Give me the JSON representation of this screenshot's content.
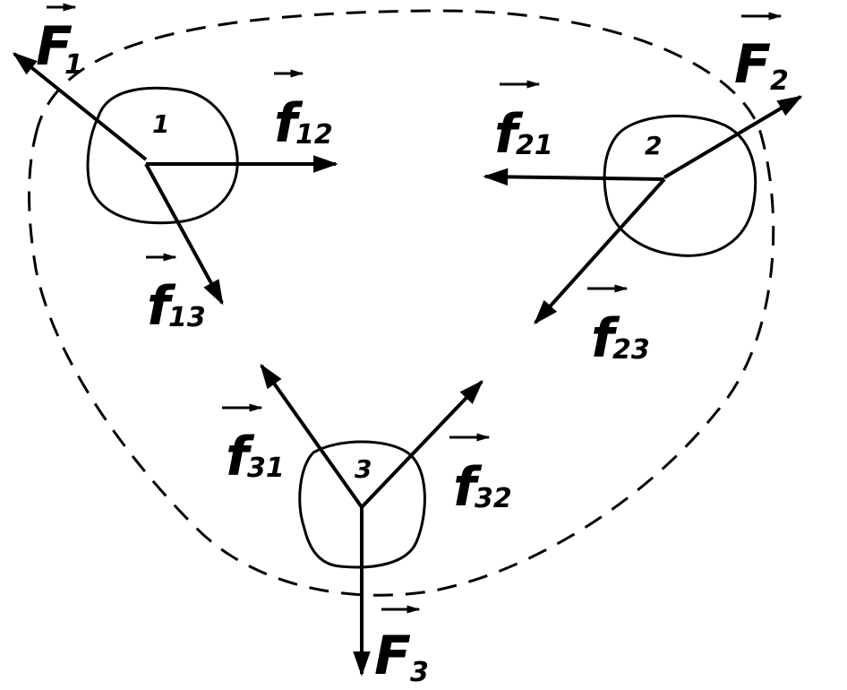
{
  "bodies": [
    {
      "id": "body-1",
      "label": "1"
    },
    {
      "id": "body-2",
      "label": "2"
    },
    {
      "id": "body-3",
      "label": "3"
    }
  ],
  "forces": {
    "F1": {
      "symbol": "F",
      "subscript": "1"
    },
    "F2": {
      "symbol": "F",
      "subscript": "2"
    },
    "F3": {
      "symbol": "F",
      "subscript": "3"
    },
    "f12": {
      "symbol": "f",
      "subscript": "12"
    },
    "f13": {
      "symbol": "f",
      "subscript": "13"
    },
    "f21": {
      "symbol": "f",
      "subscript": "21"
    },
    "f23": {
      "symbol": "f",
      "subscript": "23"
    },
    "f31": {
      "symbol": "f",
      "subscript": "31"
    },
    "f32": {
      "symbol": "f",
      "subscript": "32"
    }
  }
}
